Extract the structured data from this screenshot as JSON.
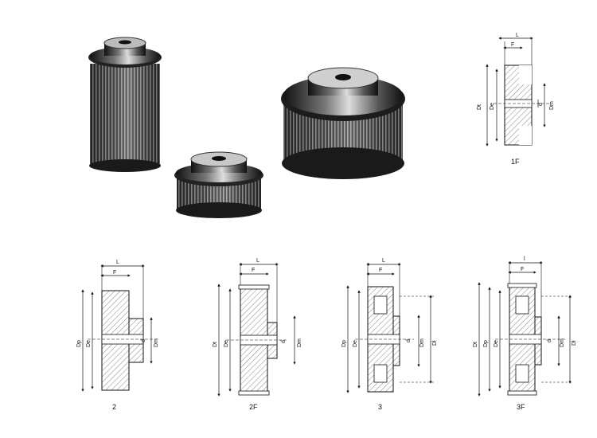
{
  "photo": {
    "subject": "timing belt pulleys",
    "items": [
      "tall-pulley",
      "small-flanged-pulley",
      "wide-flanged-pulley"
    ]
  },
  "drawings": [
    {
      "id": "1F",
      "caption": "1F",
      "dims": {
        "L": "L",
        "F": "F",
        "Dt": "Dt",
        "De": "De",
        "d": "d",
        "Dm": "Dm"
      }
    },
    {
      "id": "2",
      "caption": "2",
      "dims": {
        "L": "L",
        "F": "F",
        "Dp": "Dp",
        "De": "De",
        "d": "d",
        "Dm": "Dm"
      }
    },
    {
      "id": "2F",
      "caption": "2F",
      "dims": {
        "L": "L",
        "F": "F",
        "Dt": "Dt",
        "De": "De",
        "d": "d",
        "Dm": "Dm"
      }
    },
    {
      "id": "3",
      "caption": "3",
      "dims": {
        "L": "L",
        "F": "F",
        "Dp": "Dp",
        "De": "De",
        "d": "d",
        "Dm": "Dm",
        "Dl": "Dl"
      }
    },
    {
      "id": "3F",
      "caption": "3F",
      "dims": {
        "L": "l",
        "F": "F",
        "Dt": "Dt",
        "Dp": "Dp",
        "De": "De",
        "d": "d",
        "Dm": "Dm",
        "Dl": "Dl"
      }
    }
  ]
}
